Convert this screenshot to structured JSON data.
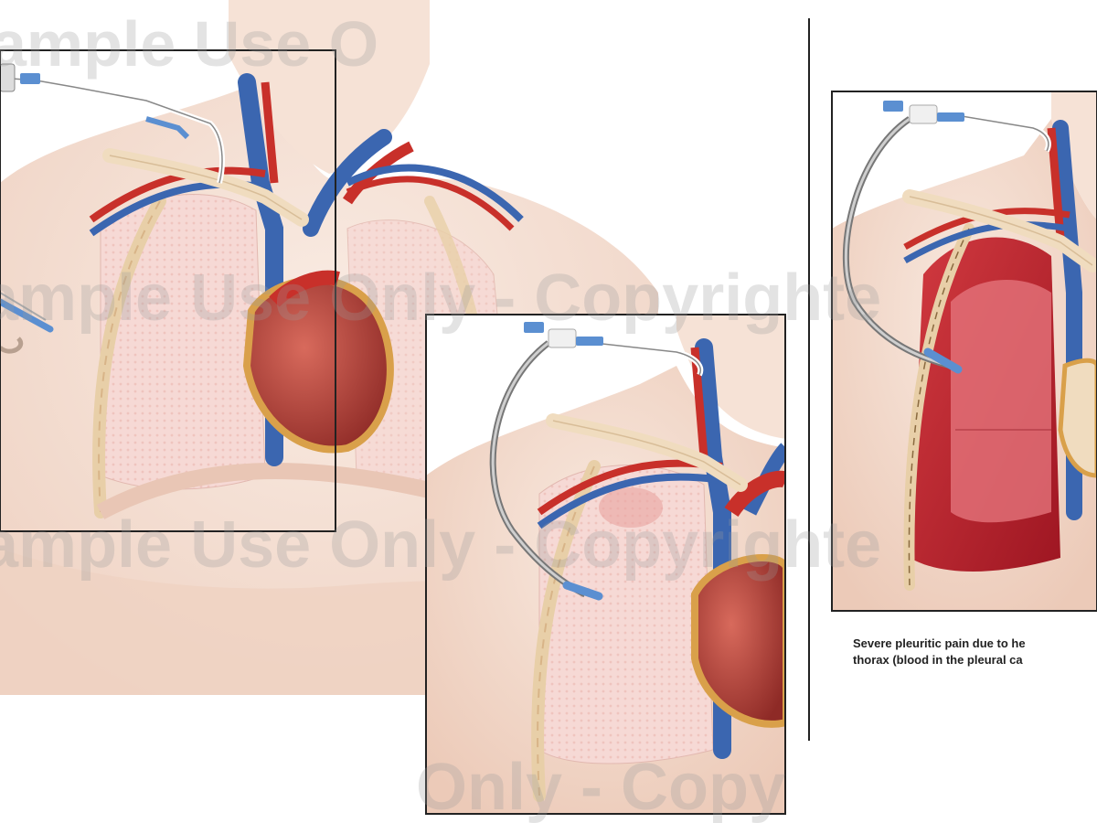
{
  "caption": {
    "line1": "Severe pleuritic pain due to he",
    "line2": "thorax (blood in the pleural ca"
  },
  "watermark": {
    "row1": "ample Use Only - Copyrighte",
    "row2": "ample Use Only - Copyrighte",
    "row3": "Only - Copy",
    "row0": "ample Use O"
  },
  "colors": {
    "skin": "#f3ddd2",
    "skin_shade": "#e9c6b5",
    "lung": "#f6d7d3",
    "heart": "#b8403a",
    "fat": "#d9a04a",
    "vein": "#3b66b0",
    "artery": "#c8302a",
    "bone": "#f0dcbf",
    "blood": "#c0202c",
    "catheter": "#5b8fd1",
    "frame": "#222222"
  },
  "panels": {
    "count": 3
  }
}
